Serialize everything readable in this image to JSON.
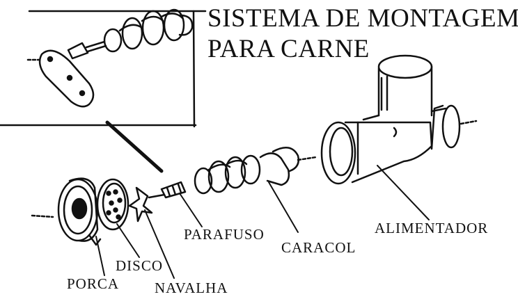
{
  "title": {
    "line1": "SISTEMA DE MONTAGEM",
    "line2": "PARA CARNE"
  },
  "labels": {
    "alimentador": "ALIMENTADOR",
    "parafuso": "PARAFUSO",
    "caracol": "CARACOL",
    "disco": "DISCO",
    "porca": "PORCA",
    "navalha": "NAVALHA"
  }
}
